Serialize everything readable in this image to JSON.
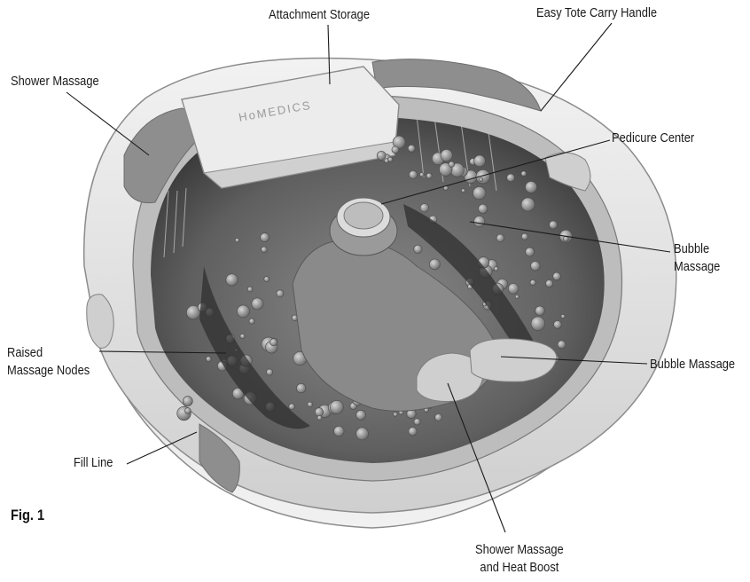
{
  "figure_label": "Fig. 1",
  "brand": "HoMEDICS",
  "labels": {
    "attachment_storage": "Attachment Storage",
    "easy_tote": "Easy Tote Carry Handle",
    "shower_massage_top": "Shower Massage",
    "pedicure_center": "Pedicure Center",
    "bubble_massage_1a": "Bubble",
    "bubble_massage_1b": "Massage",
    "raised_nodes_a": "Raised",
    "raised_nodes_b": "Massage Nodes",
    "bubble_massage_2": "Bubble Massage",
    "fill_line": "Fill Line",
    "shower_heat_a": "Shower Massage",
    "shower_heat_b": "and Heat Boost"
  },
  "colors": {
    "rim": "#e6e6e6",
    "rim_shadow": "#a8a8a8",
    "water": "#6f6f6f",
    "water_dark": "#3e3e3e",
    "leader": "#1a1a1a"
  }
}
